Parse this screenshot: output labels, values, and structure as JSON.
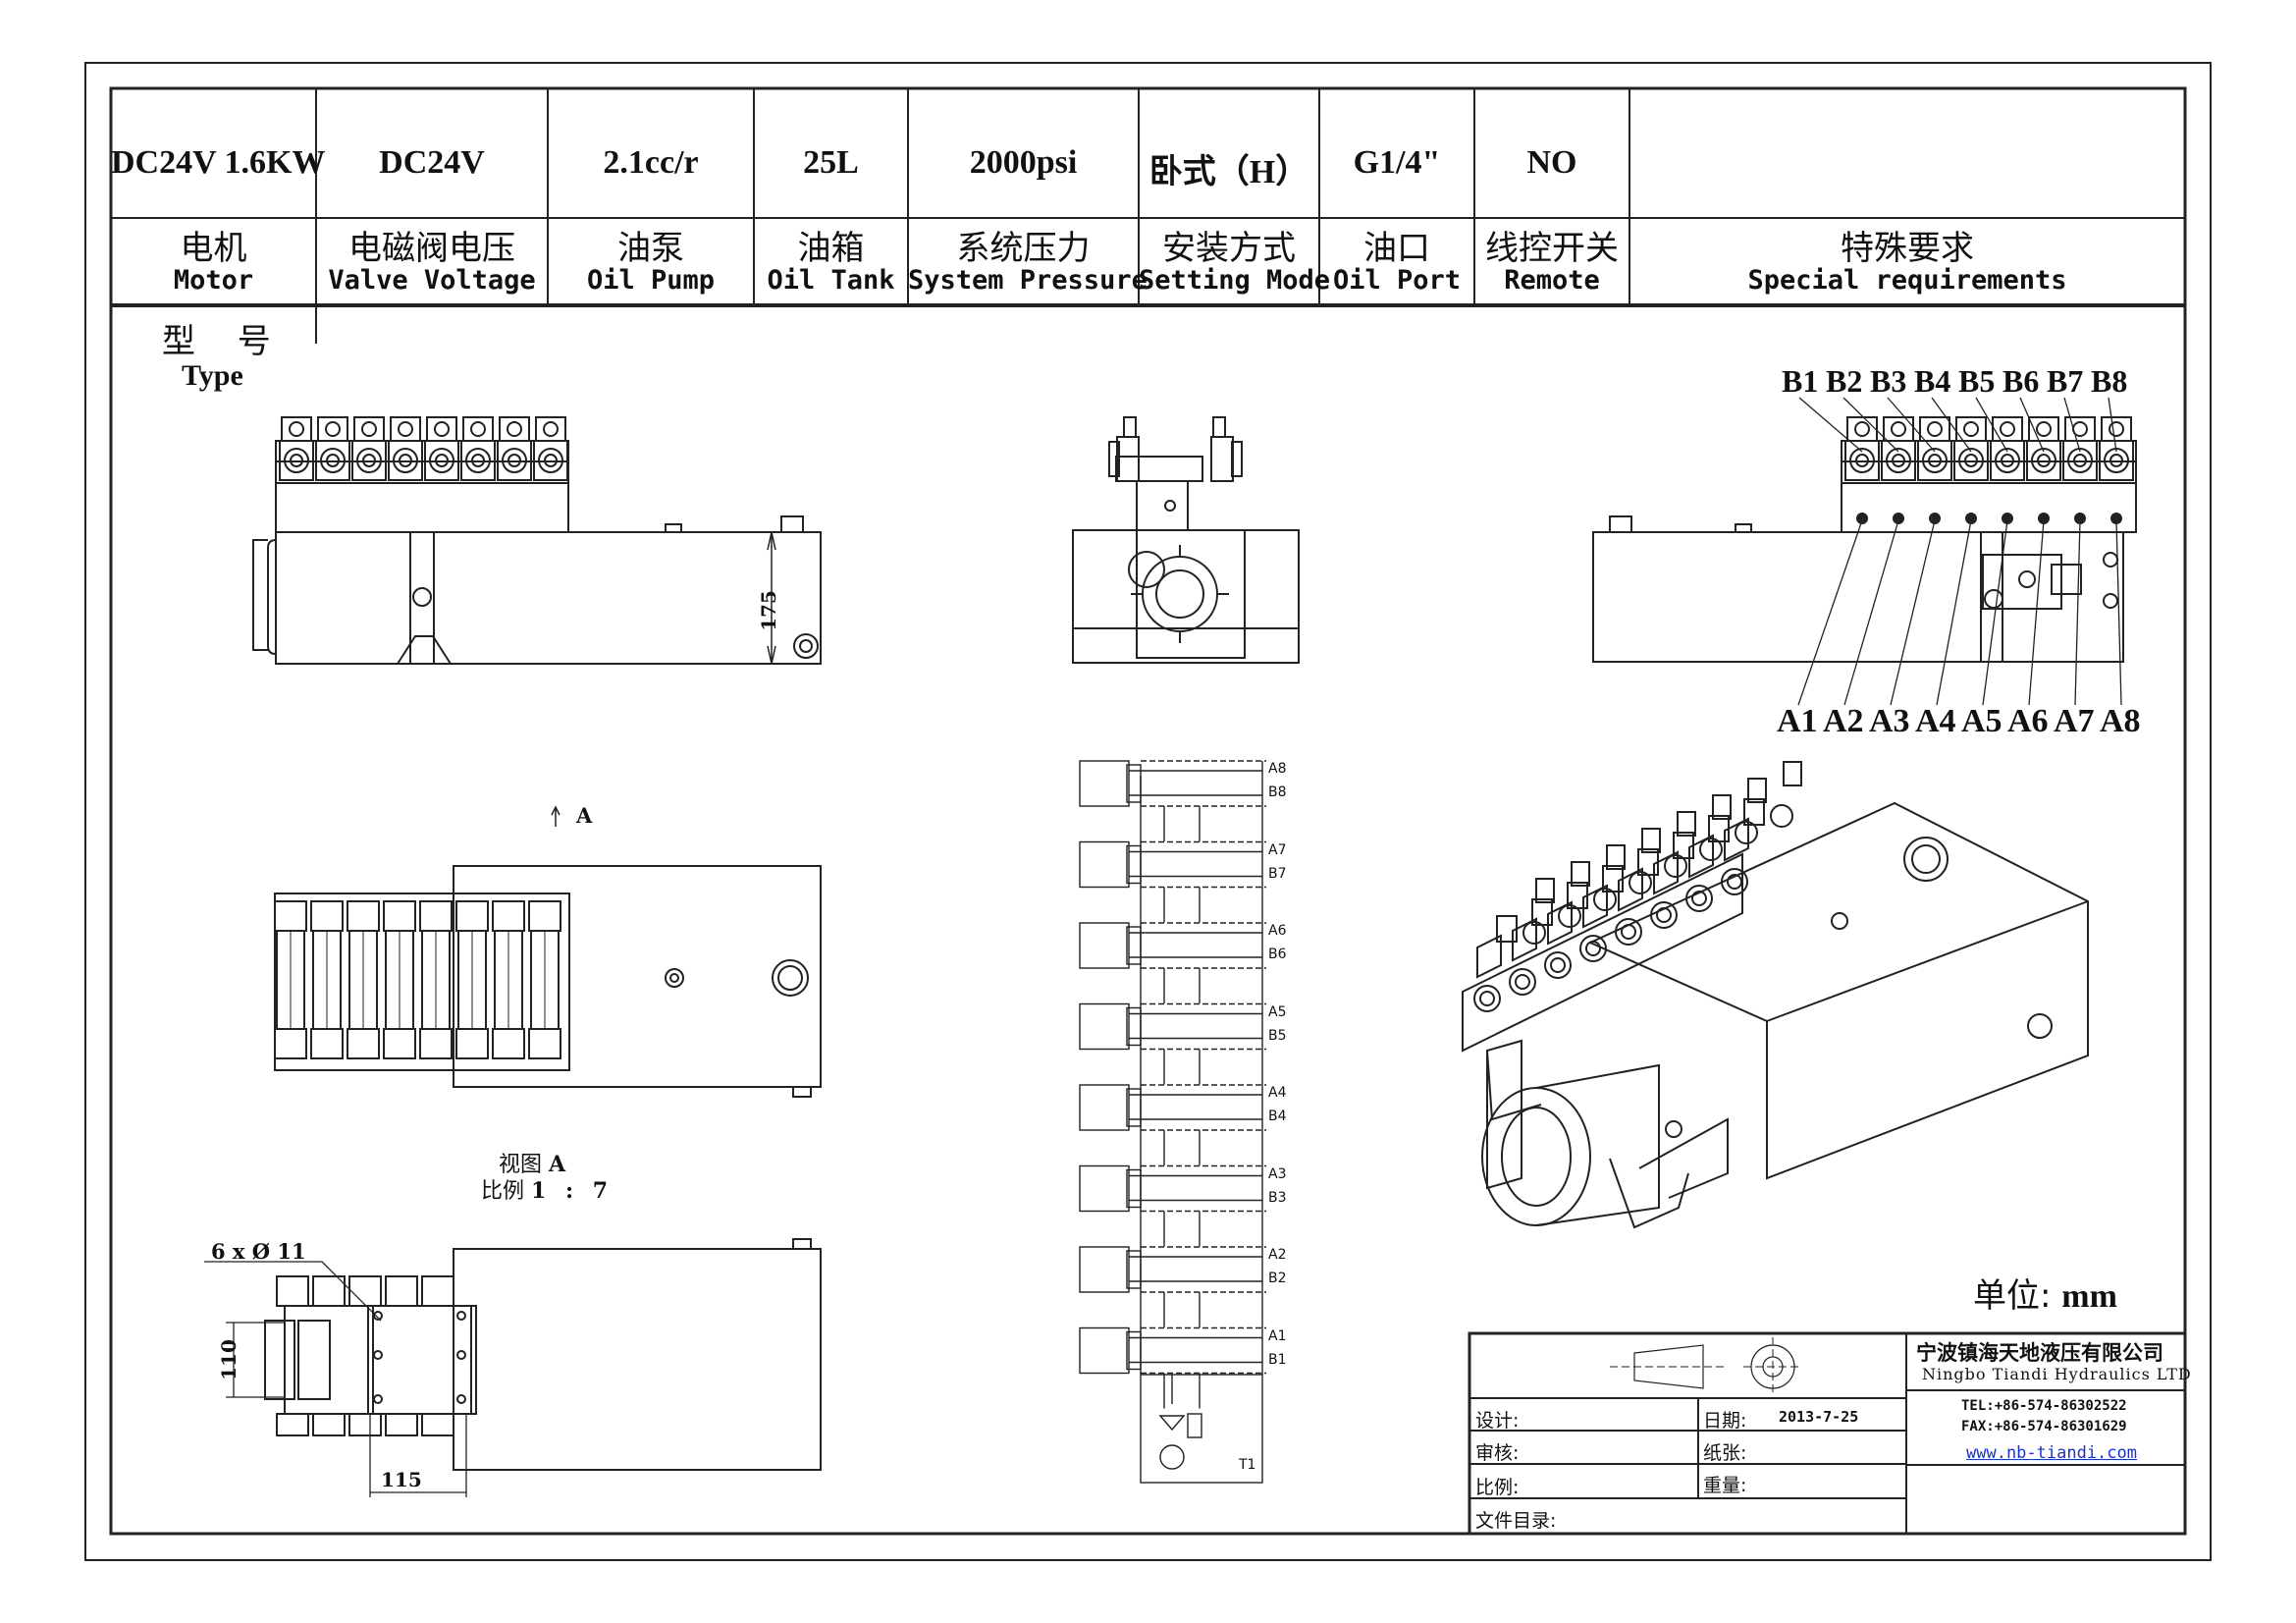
{
  "spec_table": {
    "values": [
      "DC24V 1.6KW",
      "DC24V",
      "2.1cc/r",
      "25L",
      "2000psi",
      "卧式（H）",
      "G1/4\"",
      "NO",
      ""
    ],
    "labels_cn": [
      "电机",
      "电磁阀电压",
      "油泵",
      "油箱",
      "系统压力",
      "安装方式",
      "油口",
      "线控开关",
      "特殊要求"
    ],
    "labels_en": [
      "Motor",
      "Valve Voltage",
      "Oil Pump",
      "Oil Tank",
      "System Pressure",
      "Setting Mode",
      "Oil Port",
      "Remote",
      "Special requirements"
    ]
  },
  "type_label": {
    "cn": "型 号",
    "en": "Type"
  },
  "dimensions": {
    "height": "175",
    "holes": "6 x Ø 11",
    "width_small": "110",
    "length_small": "115"
  },
  "view_label": {
    "arrow": "A",
    "title_cn": "视图",
    "title_letter": "A",
    "scale_cn": "比例",
    "scale_value": "1 : 7"
  },
  "port_labels": {
    "b_ports": [
      "B1",
      "B2",
      "B3",
      "B4",
      "B5",
      "B6",
      "B7",
      "B8"
    ],
    "a_ports": [
      "A1",
      "A2",
      "A3",
      "A4",
      "A5",
      "A6",
      "A7",
      "A8"
    ]
  },
  "schematic_ports": [
    [
      "A8",
      "B8"
    ],
    [
      "A7",
      "B7"
    ],
    [
      "A6",
      "B6"
    ],
    [
      "A5",
      "B5"
    ],
    [
      "A4",
      "B4"
    ],
    [
      "A3",
      "B3"
    ],
    [
      "A2",
      "B2"
    ],
    [
      "A1",
      "B1"
    ]
  ],
  "schematic_tank": "T1",
  "unit_label": {
    "cn": "单位:",
    "value": "mm"
  },
  "title_block": {
    "company_cn": "宁波镇海天地液压有限公司",
    "company_en": "Ningbo Tiandi Hydraulics LTD",
    "tel": "TEL:+86-574-86302522",
    "fax": "FAX:+86-574-86301629",
    "website": "www.nb-tiandi.com",
    "design_label": "设计:",
    "date_label": "日期:",
    "date_value": "2013-7-25",
    "review_label": "审核:",
    "sheet_label": "纸张:",
    "scale_label": "比例:",
    "weight_label": "重量:",
    "catalog_label": "文件目录:"
  }
}
